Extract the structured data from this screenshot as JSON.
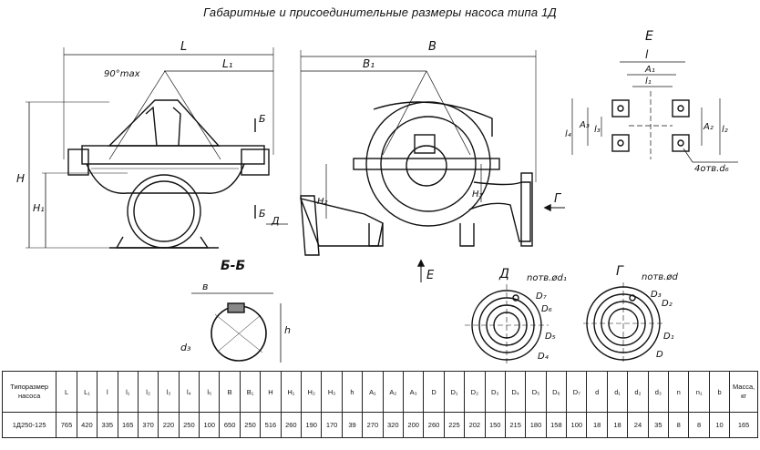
{
  "title": "Габаритные и присоединительные размеры насоса типа 1Д",
  "labels": {
    "L": "L",
    "L1": "L₁",
    "angle": "90°max",
    "B": "B",
    "B1": "B₁",
    "E_view": "E",
    "l": "l",
    "A1": "A₁",
    "l1": "l₁",
    "A3": "A₃",
    "A2": "A₂",
    "l3": "l₃",
    "l4": "l₄",
    "l2": "l₂",
    "holes_d6": "4отв.d₆",
    "H": "H",
    "H1": "H₁",
    "H2": "H₂",
    "H3": "H₃",
    "b_section": "Б",
    "D_arrow": "Д",
    "G_arrow": "Г",
    "E_arrow": "E",
    "BB": "Б-Б",
    "b": "в",
    "h": "h",
    "d3": "d₃",
    "D_view": "Д",
    "n_d1": "nотв.ød₁",
    "D7": "D₇",
    "D6": "D₆",
    "D5": "D₅",
    "D4": "D₄",
    "G_view": "Г",
    "n_d": "nотв.ød",
    "D3": "D₃",
    "D2": "D₂",
    "D1": "D₁",
    "D": "D"
  },
  "table": {
    "headers": [
      "Типоразмер насоса",
      "L",
      "L₁",
      "l",
      "l₁",
      "l₂",
      "l₃",
      "l₄",
      "l₅",
      "B",
      "B₁",
      "H",
      "H₁",
      "H₂",
      "H₃",
      "h",
      "A₁",
      "A₂",
      "A₃",
      "D",
      "D₁",
      "D₂",
      "D₃",
      "D₄",
      "D₅",
      "D₆",
      "D₇",
      "d",
      "d₁",
      "d₂",
      "d₃",
      "n",
      "n₁",
      "b",
      "Масса, кг"
    ],
    "rows": [
      [
        "1Д250-125",
        "765",
        "420",
        "335",
        "165",
        "370",
        "220",
        "250",
        "100",
        "650",
        "250",
        "516",
        "260",
        "190",
        "170",
        "39",
        "270",
        "320",
        "200",
        "260",
        "225",
        "202",
        "150",
        "215",
        "180",
        "158",
        "100",
        "18",
        "18",
        "24",
        "35",
        "8",
        "8",
        "10",
        "165"
      ]
    ]
  }
}
